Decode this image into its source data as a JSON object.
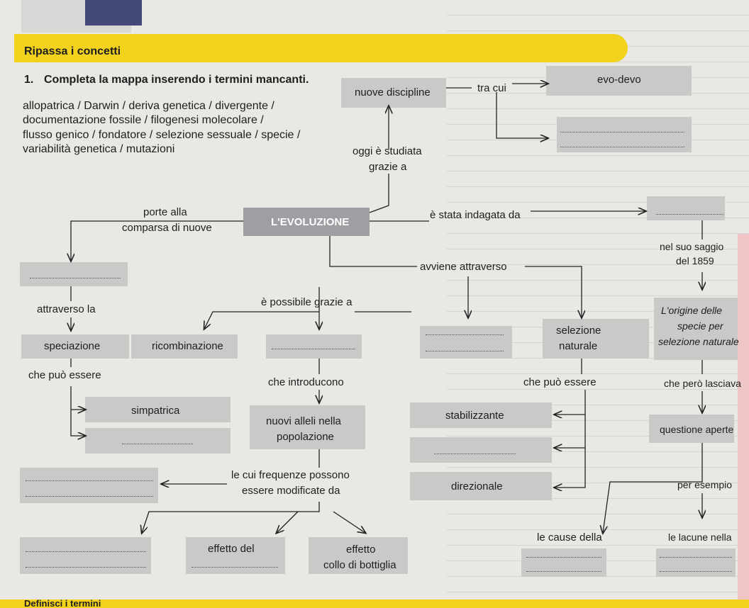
{
  "header": {
    "section_title": "Ripassa i concetti"
  },
  "exercise": {
    "number": "1.",
    "instruction": "Completa la mappa inserendo i termini mancanti.",
    "terms": [
      "allopatrica / Darwin / deriva genetica / divergente /",
      "documentazione fossile / filogenesi molecolare /",
      "flusso genico / fondatore / selezione sessuale / specie /",
      "variabilità genetica / mutazioni"
    ]
  },
  "map": {
    "center": "L'EVOLUZIONE",
    "nuove_discipline": "nuove discipline",
    "tra_cui": "tra cui",
    "evo_devo": "evo-devo",
    "oggi_studiata": "oggi è studiata",
    "grazie_a": "grazie a",
    "porte_alla": "porte alla",
    "comparsa_nuove": "comparsa di nuove",
    "stata_indagata": "è stata indagata da",
    "nel_saggio": "nel suo saggio",
    "del_1859": "del 1859",
    "avviene_attraverso": "avviene attraverso",
    "possibile_grazie": "è possibile grazie a",
    "attraverso_la": "attraverso la",
    "speciazione": "speciazione",
    "ricombinazione": "ricombinazione",
    "selezione": "selezione",
    "naturale": "naturale",
    "origine_title": "L'origine delle",
    "origine_subtitle": "specie per",
    "origine_subtitle2": "selezione naturale",
    "che_puo_essere_1": "che può essere",
    "che_introducono": "che introducono",
    "che_puo_essere_2": "che può essere",
    "che_pero_lasciava": "che però lasciava",
    "simpatrica": "simpatrica",
    "nuovi_alleli": "nuovi alleli nella",
    "popolazione": "popolazione",
    "stabilizzante": "stabilizzante",
    "questione_aperte": "questione aperte",
    "frequenze_1": "le cui frequenze possono",
    "frequenze_2": "essere modificate da",
    "direzionale": "direzionale",
    "per_esempio": "per esempio",
    "effetto_del": "effetto del",
    "effetto": "effetto",
    "collo_bottiglia": "collo di bottiglia",
    "le_cause_della": "le cause della",
    "le_lacune_nella": "le lacune nella"
  },
  "footer": {
    "next_section": "Definisci i termini"
  },
  "colors": {
    "band": "#f2d21c",
    "box": "#c9c9c7",
    "ink": "#1e1e1e"
  }
}
